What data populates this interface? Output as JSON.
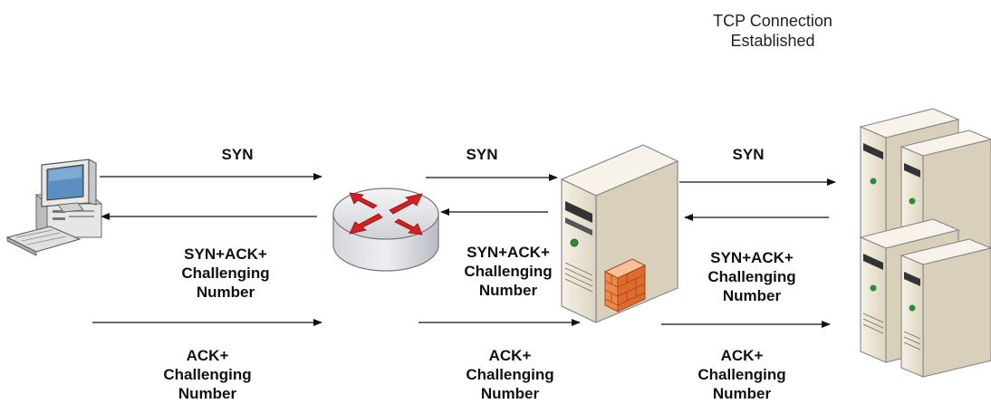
{
  "header": {
    "line1": "TCP Connection",
    "line2": "Established"
  },
  "labels": {
    "syn_1": "SYN",
    "syn_2": "SYN",
    "syn_3": "SYN",
    "synack_1": [
      "SYN+ACK+",
      "Challenging",
      "Number"
    ],
    "synack_2": [
      "SYN+ACK+",
      "Challenging",
      "Number"
    ],
    "synack_3": [
      "SYN+ACK+",
      "Challenging",
      "Number"
    ],
    "ack_1": [
      "ACK+",
      "Challenging",
      "Number"
    ],
    "ack_2": [
      "ACK+",
      "Challenging",
      "Number"
    ],
    "ack_3": [
      "ACK+",
      "Challenging",
      "Number"
    ]
  },
  "colors": {
    "router_arrows": "#d42020",
    "server_body": "#ece6d6",
    "firewall": "#f08a4a"
  },
  "nodes": [
    "client-computer-icon",
    "router-icon",
    "firewall-server-icon",
    "server-cluster-icon"
  ]
}
